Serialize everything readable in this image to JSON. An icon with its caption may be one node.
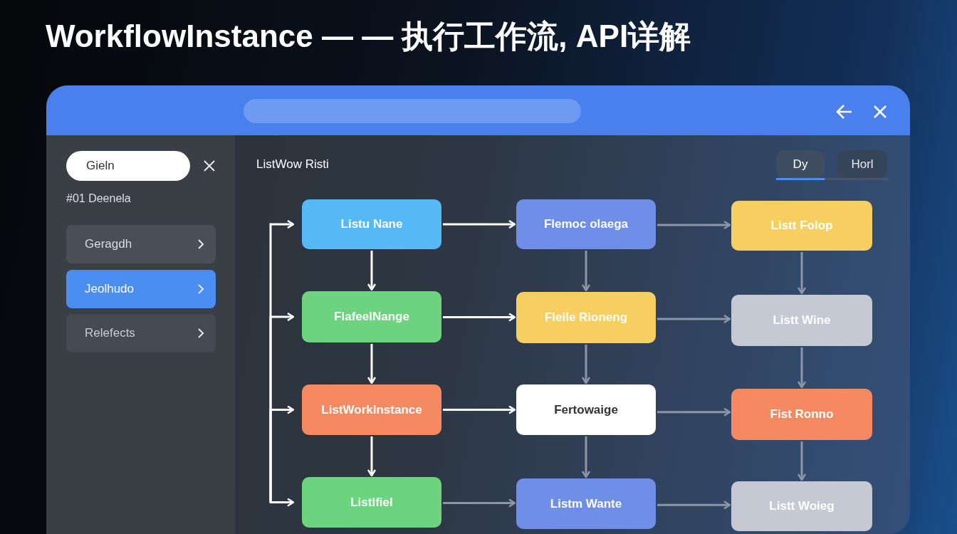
{
  "diagram": {
    "title": "WorkflowInstance — — 执行工作流, API详解",
    "nodes": [
      {
        "text": [
          "Listu Nane"
        ]
      },
      {
        "text": [
          "Flemoc olaega"
        ]
      },
      {
        "text": [
          "Listt Folop"
        ]
      },
      {
        "text": [
          "FlafeelNange"
        ]
      },
      {
        "text": [
          "Fleile Rioneng"
        ]
      },
      {
        "text": [
          "Listt Wine"
        ]
      },
      {
        "text": [
          "ListWorklnstance"
        ]
      },
      {
        "text": [
          "Fertowaige"
        ]
      },
      {
        "text": [
          "Fist Ronno"
        ]
      },
      {
        "text": [
          "Listlfiel"
        ]
      },
      {
        "text": [
          "Listm Wante"
        ]
      },
      {
        "text": [
          "Listt Woieg"
        ]
      }
    ],
    "edges": [
      {
        "from": null,
        "to": 0,
        "arrow": "to",
        "color": "#ffffff"
      },
      {
        "from": null,
        "to": 3,
        "arrow": "to",
        "color": "#ffffff"
      },
      {
        "from": null,
        "to": 6,
        "arrow": "to",
        "color": "#ffffff"
      },
      {
        "from": null,
        "to": 9,
        "arrow": "to",
        "color": "#ffffff"
      },
      {
        "from": 0,
        "to": 1,
        "arrow": "to",
        "color": "#ffffff"
      },
      {
        "from": 1,
        "to": 2,
        "arrow": "to"
      },
      {
        "from": 3,
        "to": 4,
        "arrow": "to",
        "color": "#ffffff"
      },
      {
        "from": 4,
        "to": 5,
        "arrow": "to"
      },
      {
        "from": 6,
        "to": 7,
        "arrow": "to",
        "color": "#ffffff"
      },
      {
        "from": 7,
        "to": 8,
        "arrow": "to"
      },
      {
        "from": 9,
        "to": 10,
        "arrow": "to"
      },
      {
        "from": 10,
        "to": 11,
        "arrow": "to"
      },
      {
        "from": 0,
        "to": 3,
        "arrow": "to",
        "color": "#ffffff"
      },
      {
        "from": 3,
        "to": 6,
        "arrow": "to",
        "color": "#ffffff"
      },
      {
        "from": 6,
        "to": 9,
        "arrow": "to",
        "color": "#ffffff"
      },
      {
        "from": 1,
        "to": 4,
        "arrow": "to"
      },
      {
        "from": 4,
        "to": 7,
        "arrow": "to"
      },
      {
        "from": 7,
        "to": 10,
        "arrow": "to"
      },
      {
        "from": 2,
        "to": 5,
        "arrow": "to"
      },
      {
        "from": 5,
        "to": 8,
        "arrow": "to"
      },
      {
        "from": 8,
        "to": 11,
        "arrow": "to"
      }
    ],
    "labels": [
      "Gieln",
      "#01 Deenela",
      "Geragdh",
      "Jeolhudo",
      "Relefects",
      "ListWow Risti",
      "Dy",
      "Horl"
    ]
  }
}
